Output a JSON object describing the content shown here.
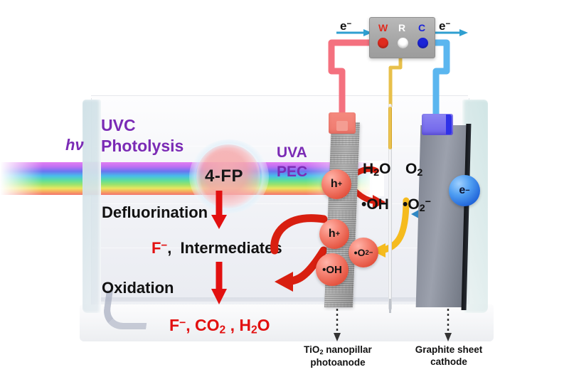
{
  "figure": {
    "title": "UVC photolysis / UVA photoelectrochemical (PEC) degradation of 4-FP",
    "light_source": {
      "photon_symbol": "hν",
      "process_line1": "UVC",
      "process_line2": "Photolysis"
    },
    "pec_label": {
      "line1": "UVA",
      "line2": "PEC"
    },
    "pollutant": {
      "name": "4-FP"
    },
    "reaction_steps": [
      {
        "name": "Defluorination",
        "label": "Defluorination"
      },
      {
        "name": "Oxidation",
        "label": "Oxidation"
      }
    ],
    "products": {
      "intermediates_ion": "F",
      "intermediates_charge": "−",
      "intermediates_label": "Intermediates",
      "intermediates_comma": ",",
      "final_ion": "F",
      "final_charge": "−",
      "final_comma1": ",",
      "final_co2": "CO",
      "final_co2_sub": "2",
      "final_comma2": ",",
      "final_h2o": "H",
      "final_h2o_sub": "2",
      "final_h2o_tail": "O"
    },
    "anode_species": [
      {
        "name": "hole-1",
        "label": "h",
        "charge": "+"
      },
      {
        "name": "hole-2",
        "label": "h",
        "charge": "+"
      },
      {
        "name": "hydroxyl-radical-anode",
        "label": "•OH",
        "charge": ""
      },
      {
        "name": "superoxide-radical-anode",
        "label": "•O",
        "sub": "2",
        "charge": "−"
      }
    ],
    "cathode_species": [
      {
        "name": "electron",
        "label": "e",
        "charge": "−"
      }
    ],
    "solution_species": [
      {
        "name": "water",
        "label": "H",
        "sub": "2",
        "tail": "O"
      },
      {
        "name": "oxygen",
        "label": "O",
        "sub": "2",
        "tail": ""
      },
      {
        "name": "hydroxyl-radical",
        "label": "•OH",
        "sub": "",
        "tail": ""
      },
      {
        "name": "superoxide-radical",
        "label": "•O",
        "sub": "2",
        "tail": "−"
      }
    ],
    "potentiostat": {
      "terminals": [
        {
          "id": "working",
          "letter": "W",
          "color": "#e02b1e"
        },
        {
          "id": "reference",
          "letter": "R",
          "color": "#ffffff"
        },
        {
          "id": "counter",
          "letter": "C",
          "color": "#1b24d8"
        }
      ],
      "electron_flow_left": "e",
      "electron_flow_left_sup": "−",
      "electron_flow_right": "e",
      "electron_flow_right_sup": "−"
    },
    "electrode_captions": {
      "anode_line1": "TiO",
      "anode_line1_sub": "2",
      "anode_line1_tail": " nanopillar",
      "anode_line2": "photoanode",
      "cathode_line1": "Graphite sheet",
      "cathode_line2": "cathode"
    },
    "colors": {
      "uv_purple": "#7b2bb5",
      "product_red": "#e21010",
      "working_wire": "#f4717f",
      "counter_wire": "#5bb6ef",
      "reference_wire": "#e8c04a",
      "electron_arrow": "#2f9fd0",
      "hole_sphere": "#ef6a55",
      "electron_sphere": "#2f7fe8",
      "oxygen_arrow": "#f5bb1e"
    }
  }
}
